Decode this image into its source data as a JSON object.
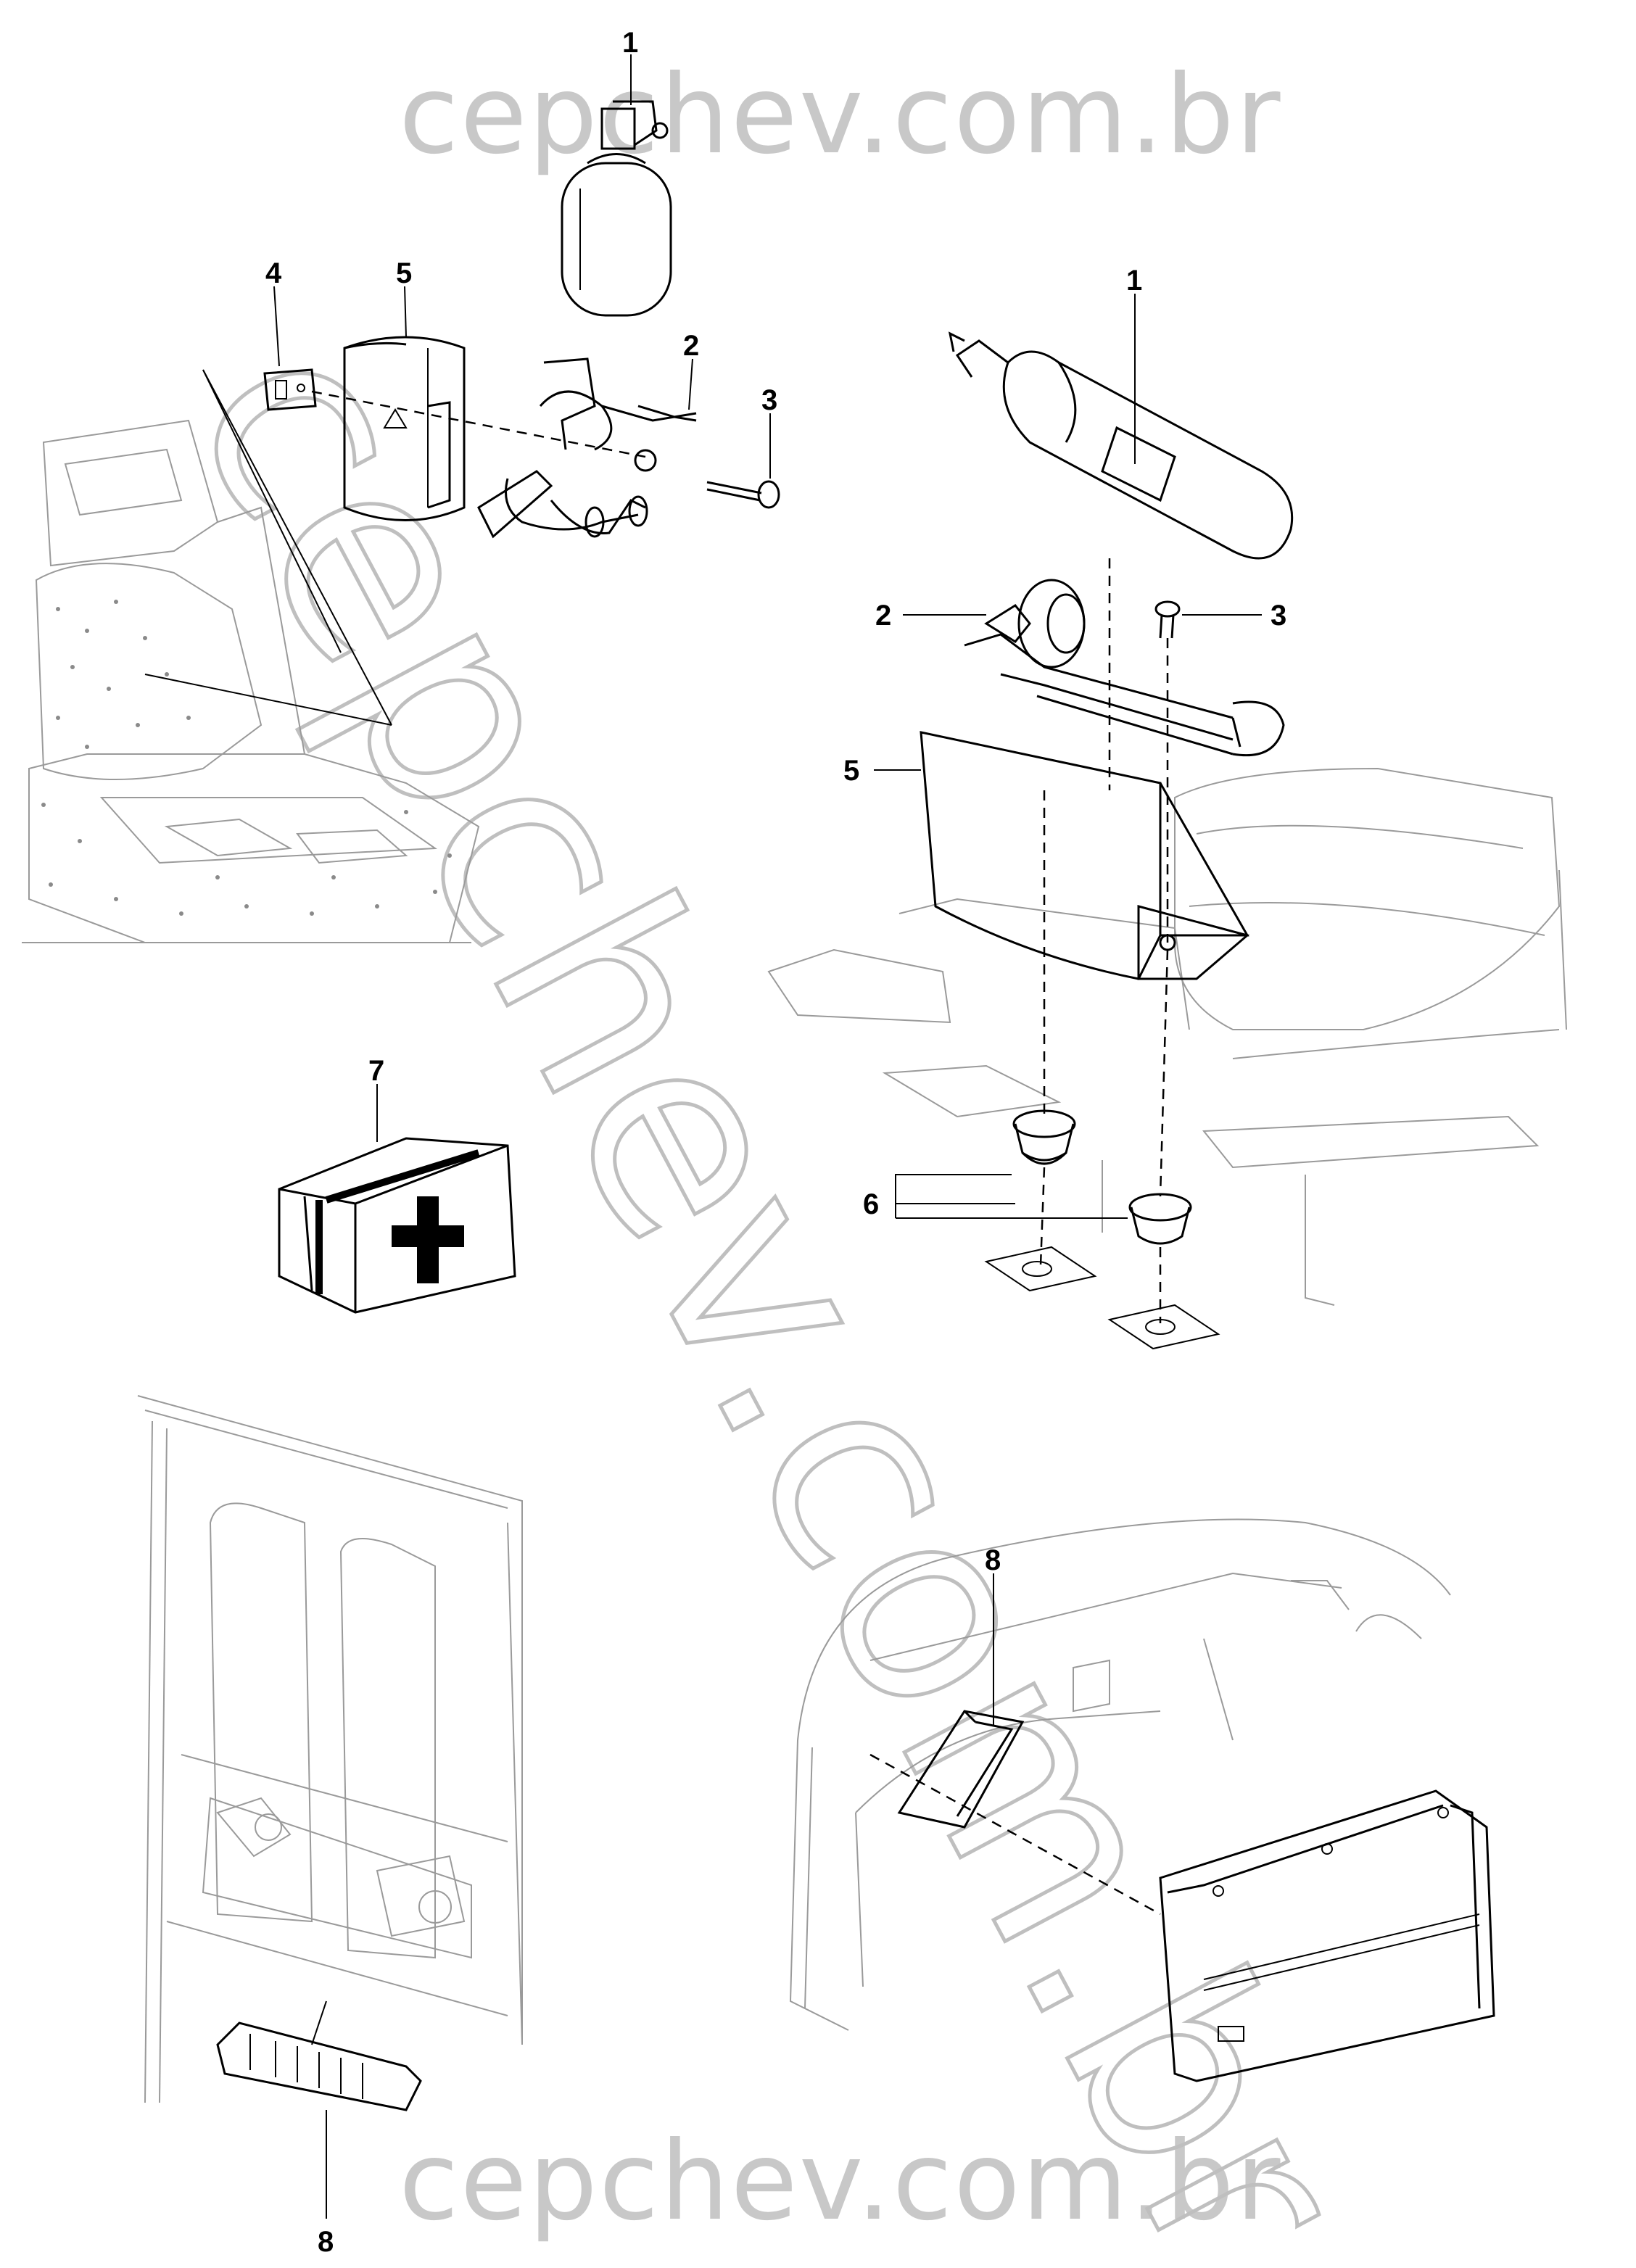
{
  "watermark": {
    "top": "cepchev.com.br",
    "bottom": "cepchev.com.br",
    "diagonal": "cepchev.com.br"
  },
  "callouts": {
    "a1": "1",
    "a2": "2",
    "a3": "3",
    "a4": "4",
    "a5": "5",
    "b1": "1",
    "b2": "2",
    "b3": "3",
    "b5": "5",
    "b6": "6",
    "c7": "7",
    "d8": "8",
    "e8": "8"
  },
  "colors": {
    "ink": "#000000",
    "watermark": "#c8c8c8",
    "background_art": "#9a9a9a",
    "panel_fill": "#f2f2f2"
  }
}
